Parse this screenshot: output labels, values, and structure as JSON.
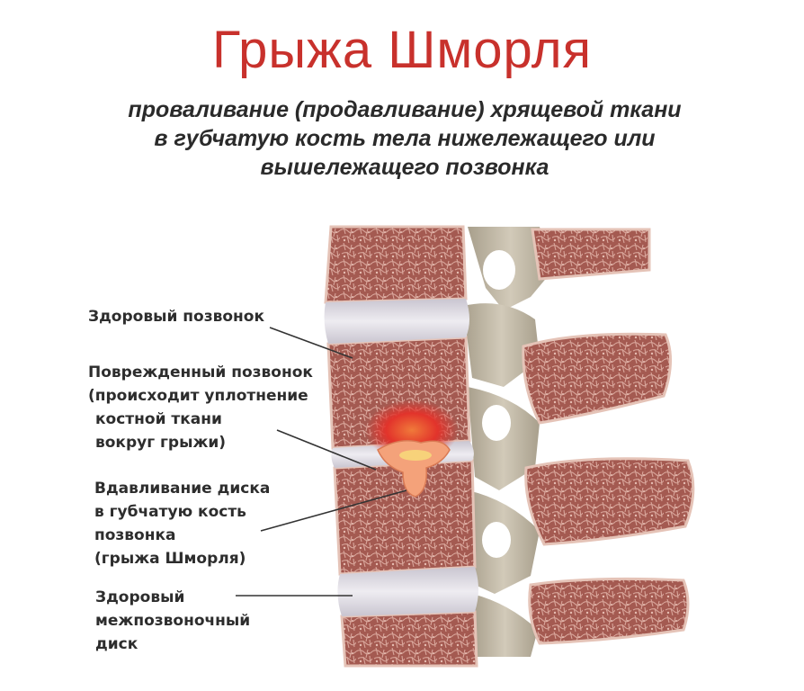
{
  "title": "Грыжа Шморля",
  "subtitle": {
    "lines": [
      "проваливание (продавливание) хрящевой ткани",
      "в губчатую кость тела нижележащего или",
      "вышележащего позвонка"
    ]
  },
  "labels": {
    "healthy_vertebra": [
      "Здоровый позвонок"
    ],
    "damaged_vertebra": [
      "Поврежденный позвонок",
      "(происходит уплотнение",
      "костной ткани",
      "вокруг грыжи)"
    ],
    "disc_intrusion": [
      "Вдавливание диска",
      "в губчатую кость",
      "позвонка",
      "(грыжа Шморля)"
    ],
    "healthy_disc": [
      "Здоровый",
      "межпозвоночный",
      "диск"
    ]
  },
  "colors": {
    "title": "#c8312c",
    "bone": "#a0574f",
    "bone_cortex": "#e2c0b4",
    "disc": "#d8d6dc",
    "posterior": "#c6bcaa",
    "hernia": "#f4a27a",
    "lesion": "#e4302a"
  }
}
